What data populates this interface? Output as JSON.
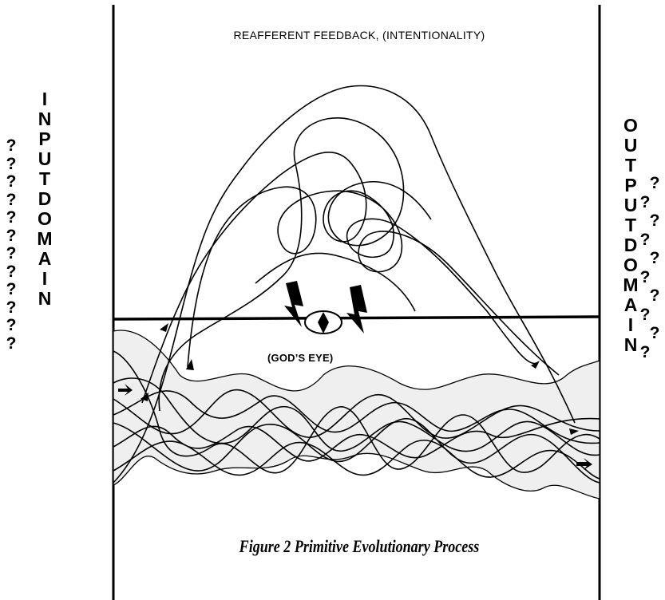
{
  "top_label": "REAFFERENT FEEDBACK, (INTENTIONALITY)",
  "input_domain": [
    "I",
    "N",
    "P",
    "U",
    "T",
    "D",
    "O",
    "M",
    "A",
    "I",
    "N"
  ],
  "output_domain": [
    "O",
    "U",
    "T",
    "P",
    "U",
    "T",
    "D",
    "O",
    "M",
    "A",
    "I",
    "N"
  ],
  "left_question_marks": [
    "?",
    "?",
    "?",
    "?",
    "?",
    "?",
    "?",
    "?",
    "?",
    "?",
    "?",
    "?"
  ],
  "right_question_marks": [
    "?",
    "?",
    "?",
    "?",
    "?",
    "?",
    "?",
    "?",
    "?",
    "?"
  ],
  "eye_label": "(GOD’S EYE)",
  "caption": "Figure 2 Primitive Evolutionary Process",
  "colors": {
    "ink": "#000000",
    "band_fill": "#efefef",
    "background": "#ffffff"
  },
  "icons": [
    "eye-icon",
    "lightning-bolt-icon",
    "arrow-icon"
  ]
}
